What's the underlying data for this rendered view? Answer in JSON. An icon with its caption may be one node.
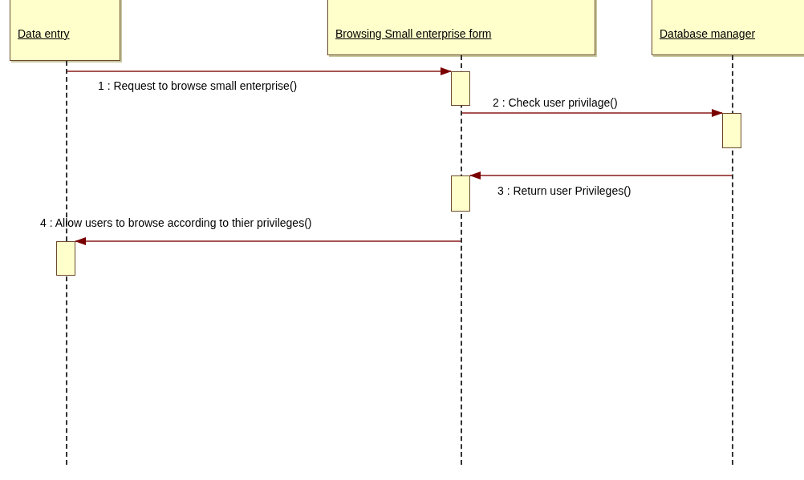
{
  "diagram": {
    "nodes": [
      {
        "text": [
          "Data entry"
        ]
      },
      {
        "text": [
          "Browsing Small enterprise form"
        ]
      },
      {
        "text": [
          "Database manager"
        ]
      },
      {
        "text": [],
        "shape": "line"
      },
      {
        "text": [],
        "shape": "line"
      },
      {
        "text": [],
        "shape": "line"
      },
      {
        "text": [],
        "shape": "bar"
      },
      {
        "text": [],
        "shape": "bar"
      },
      {
        "text": [],
        "shape": "bar"
      },
      {
        "text": [],
        "shape": "bar"
      }
    ],
    "edges": [
      {
        "from": 3,
        "to": 6,
        "arrow": "to",
        "label": "1 : Request to browse small enterprise()"
      },
      {
        "from": 4,
        "to": 7,
        "arrow": "to",
        "label": "2 : Check user privilage()"
      },
      {
        "from": 5,
        "to": 8,
        "arrow": "to",
        "label": "3 : Return user Privileges()"
      },
      {
        "from": 4,
        "to": 9,
        "arrow": "to",
        "label": "4 : Allow users to browse according to thier privileges()"
      }
    ]
  }
}
